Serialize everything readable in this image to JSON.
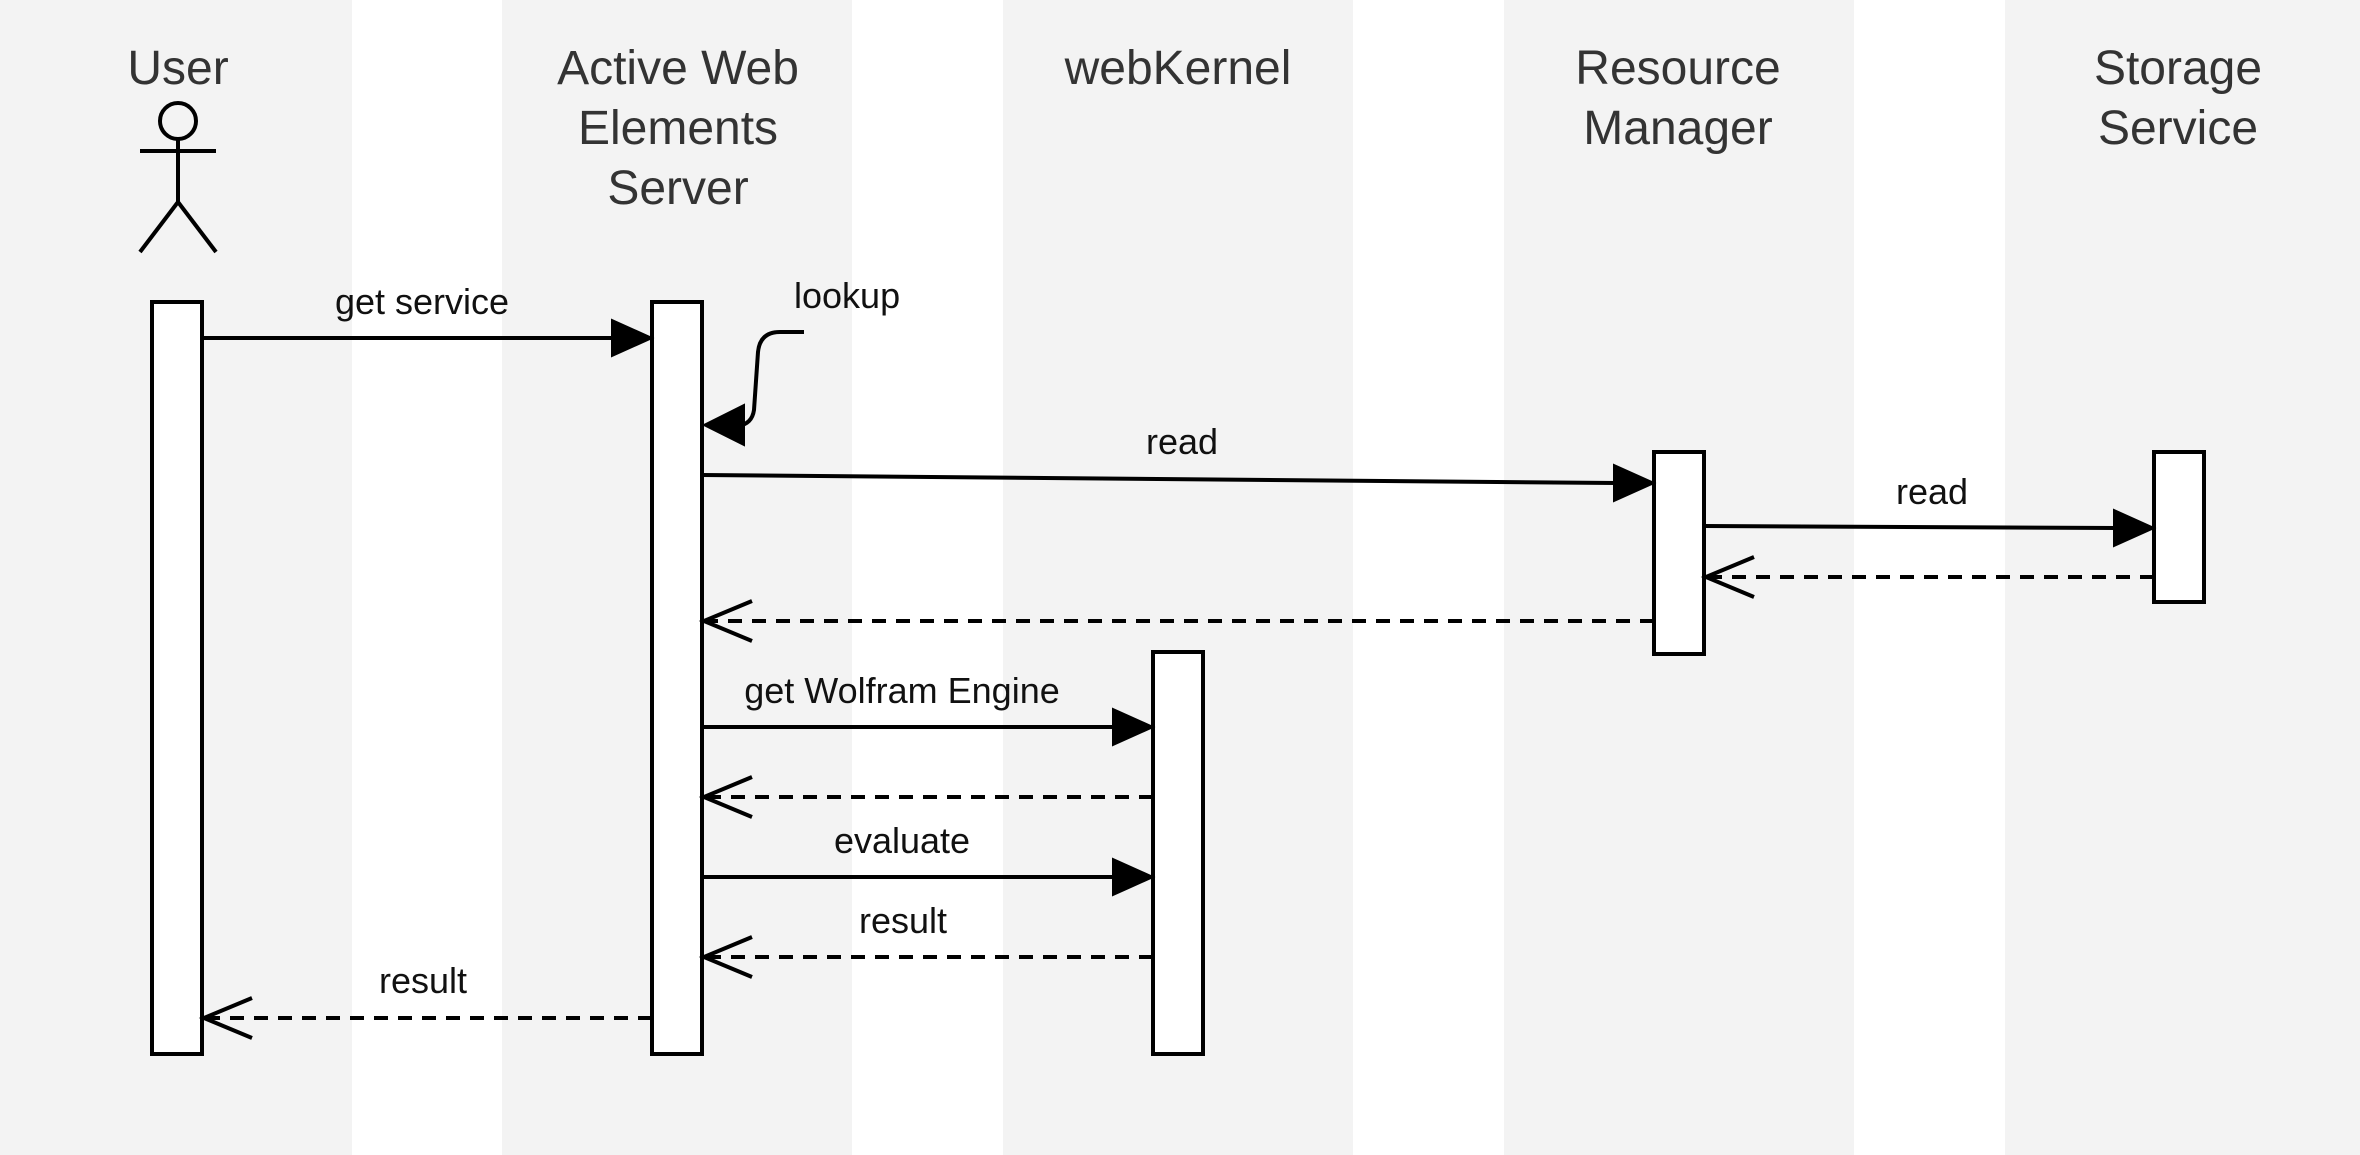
{
  "lanes": [
    {
      "id": "user",
      "title_lines": [
        "User"
      ]
    },
    {
      "id": "server",
      "title_lines": [
        "Active Web",
        "Elements",
        "Server"
      ]
    },
    {
      "id": "kernel",
      "title_lines": [
        "webKernel"
      ]
    },
    {
      "id": "resource",
      "title_lines": [
        "Resource",
        "Manager"
      ]
    },
    {
      "id": "storage",
      "title_lines": [
        "Storage",
        "Service"
      ]
    }
  ],
  "messages": [
    {
      "id": "get-service",
      "from": "user",
      "to": "server",
      "label": "get service",
      "kind": "call"
    },
    {
      "id": "lookup",
      "from": "server",
      "to": "server",
      "label": "lookup",
      "kind": "self"
    },
    {
      "id": "read-resource",
      "from": "server",
      "to": "resource",
      "label": "read",
      "kind": "call"
    },
    {
      "id": "read-storage",
      "from": "resource",
      "to": "storage",
      "label": "read",
      "kind": "call"
    },
    {
      "id": "return-storage",
      "from": "storage",
      "to": "resource",
      "label": "",
      "kind": "return"
    },
    {
      "id": "return-resource",
      "from": "resource",
      "to": "server",
      "label": "",
      "kind": "return"
    },
    {
      "id": "get-wolfram-engine",
      "from": "server",
      "to": "kernel",
      "label": "get Wolfram Engine",
      "kind": "call"
    },
    {
      "id": "return-engine",
      "from": "kernel",
      "to": "server",
      "label": "",
      "kind": "return"
    },
    {
      "id": "evaluate",
      "from": "server",
      "to": "kernel",
      "label": "evaluate",
      "kind": "call"
    },
    {
      "id": "return-result-kernel",
      "from": "kernel",
      "to": "server",
      "label": "result",
      "kind": "return"
    },
    {
      "id": "return-result-user",
      "from": "server",
      "to": "user",
      "label": "result",
      "kind": "return"
    }
  ],
  "colors": {
    "lane_background": "#f3f3f3",
    "line": "#000000",
    "title_text": "#333333"
  }
}
